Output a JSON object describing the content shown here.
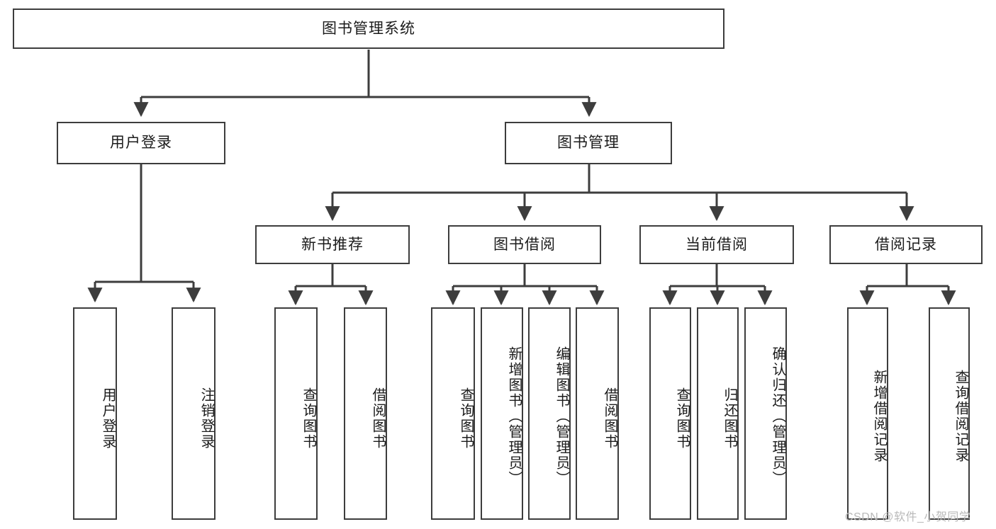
{
  "diagram": {
    "title": "图书管理系统",
    "watermark": "CSDN @软件_小贺同学",
    "colors": {
      "stroke": "#3d3d3d",
      "fill": "#ffffff",
      "text": "#1b1b1b",
      "watermark": "#b9b9b9"
    },
    "nodes": {
      "root": {
        "label": "图书管理系统"
      },
      "level2": [
        {
          "label": "用户登录"
        },
        {
          "label": "图书管理"
        }
      ],
      "level3": [
        {
          "label": "新书推荐"
        },
        {
          "label": "图书借阅"
        },
        {
          "label": "当前借阅"
        },
        {
          "label": "借阅记录"
        }
      ],
      "leaves_user_login": [
        {
          "label": "用户登录"
        },
        {
          "label": "注销登录"
        }
      ],
      "leaves_new_book": [
        {
          "label": "查询图书"
        },
        {
          "label": "借阅图书"
        }
      ],
      "leaves_borrow": [
        {
          "label": "查询图书"
        },
        {
          "label": "新增图书（管理员）"
        },
        {
          "label": "编辑图书（管理员）"
        },
        {
          "label": "借阅图书"
        }
      ],
      "leaves_current": [
        {
          "label": "查询图书"
        },
        {
          "label": "归还图书"
        },
        {
          "label": "确认归还（管理员）"
        }
      ],
      "leaves_record": [
        {
          "label": "新增借阅记录"
        },
        {
          "label": "查询借阅记录"
        }
      ]
    }
  }
}
